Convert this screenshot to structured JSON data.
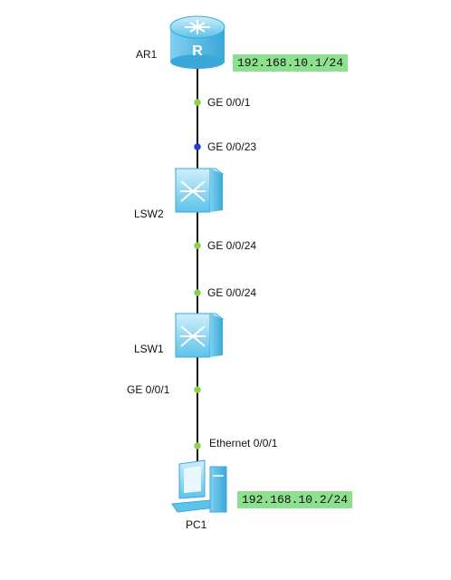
{
  "devices": {
    "ar1": {
      "name": "AR1",
      "router_mark": "R",
      "ip": "192.168.10.1/24"
    },
    "lsw2": {
      "name": "LSW2"
    },
    "lsw1": {
      "name": "LSW1"
    },
    "pc1": {
      "name": "PC1",
      "ip": "192.168.10.2/24"
    }
  },
  "ports": {
    "ar1_lsw2_a": "GE 0/0/1",
    "ar1_lsw2_b": "GE 0/0/23",
    "lsw2_lsw1_a": "GE 0/0/24",
    "lsw2_lsw1_b": "GE 0/0/24",
    "lsw1_pc1_a": "GE 0/0/1",
    "lsw1_pc1_b": "Ethernet 0/0/1"
  },
  "colors": {
    "link": "#111111",
    "port_up": "#8fd14f",
    "port_blue": "#1f3fd6",
    "ip_bg": "#8de08d",
    "device_fill": "#8fd6f0",
    "device_edge": "#3aa8d8"
  }
}
